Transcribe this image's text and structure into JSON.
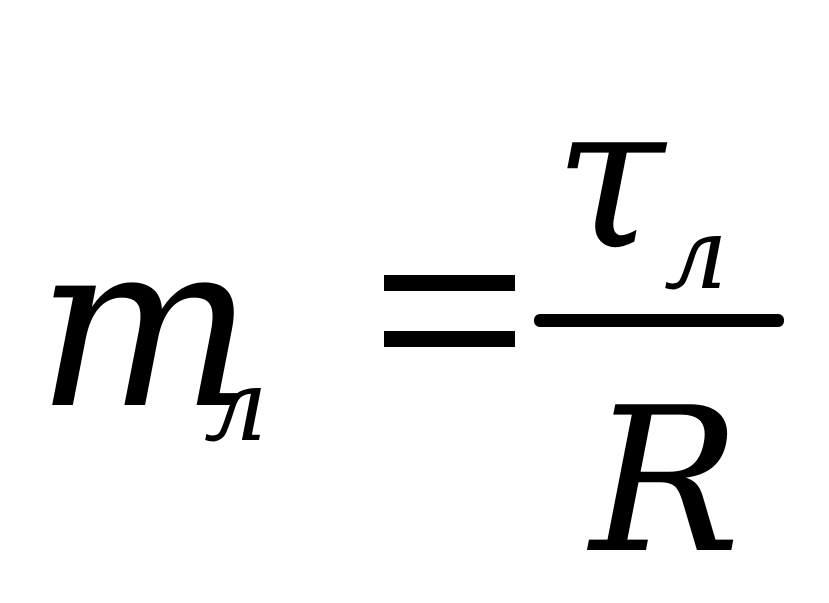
{
  "formula": {
    "lhs": {
      "symbol": "m",
      "subscript": "л"
    },
    "operator": "=",
    "rhs": {
      "numerator": {
        "symbol": "τ",
        "subscript": "л"
      },
      "denominator": {
        "symbol": "R"
      }
    }
  }
}
